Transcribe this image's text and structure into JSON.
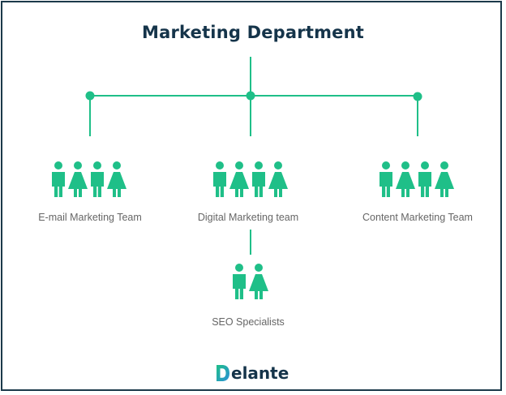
{
  "title": "Marketing Department",
  "teams": [
    {
      "label": "E-mail Marketing Team",
      "members": 4
    },
    {
      "label": "Digital Marketing team",
      "members": 4
    },
    {
      "label": "Content Marketing Team",
      "members": 4
    }
  ],
  "subteam": {
    "label": "SEO Specialists",
    "members": 2,
    "parent": "Digital Marketing team"
  },
  "logo": {
    "mark": "D",
    "text": "elante"
  },
  "colors": {
    "accent": "#1fbf88",
    "title": "#15344a",
    "label": "#666666",
    "border": "#1c3a4a"
  }
}
